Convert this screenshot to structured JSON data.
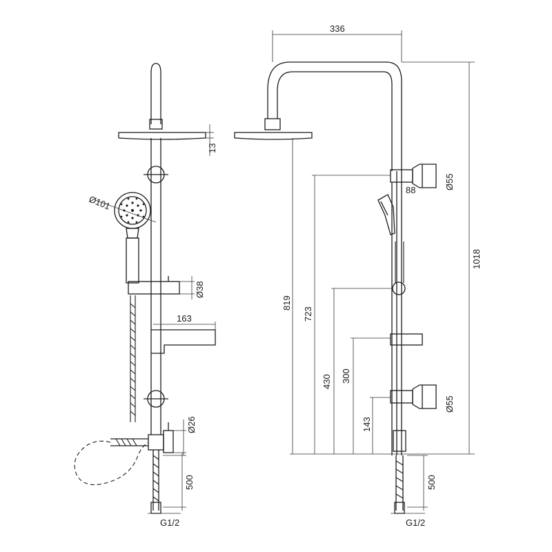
{
  "dimensions": {
    "head_width": "336",
    "head_thickness": "13",
    "handshower_diameter": "Ø101",
    "holder_diameter": "Ø38",
    "shelf_length": "163",
    "mixer_diameter": "Ø26",
    "outlet_length_left": "500",
    "connection_left": "G1/2",
    "wall_bracket_top_diameter": "Ø55",
    "bracket_depth": "88",
    "total_height": "1018",
    "head_height": "819",
    "top_bracket_height": "723",
    "holder_height": "430",
    "shelf_height": "300",
    "bottom_bracket_height": "143",
    "wall_bracket_bottom_diameter": "Ø55",
    "outlet_length_right": "500",
    "connection_right": "G1/2"
  }
}
